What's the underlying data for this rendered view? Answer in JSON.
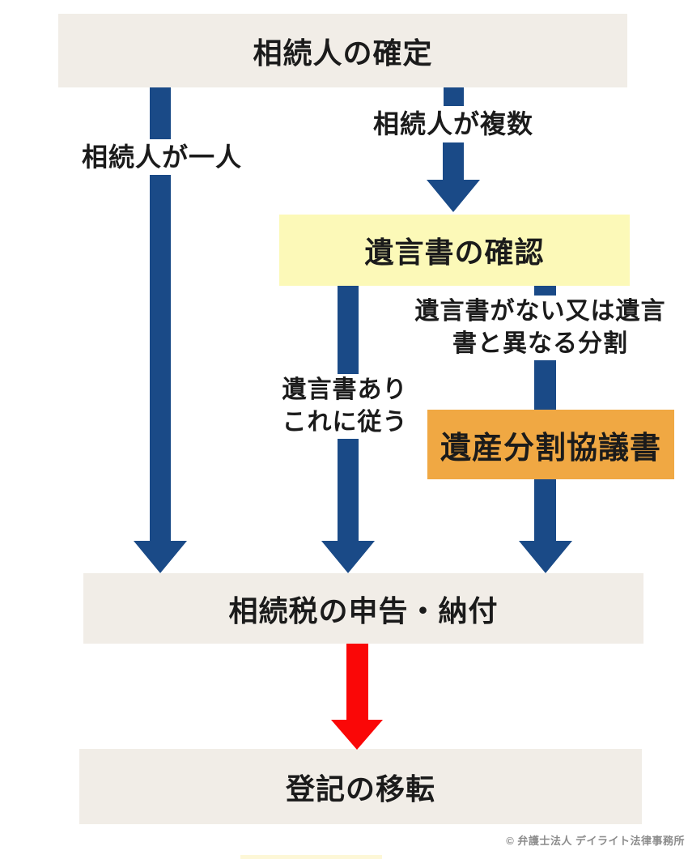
{
  "diagram": {
    "title_context": "inheritance-procedure-flowchart",
    "nodes": {
      "heirs_determination": "相続人の確定",
      "will_check": "遺言書の確認",
      "division_agreement": "遺産分割協議書",
      "tax_filing": "相続税の申告・納付",
      "registration_transfer": "登記の移転"
    },
    "edge_labels": {
      "single_heir": "相続人が一人",
      "multiple_heirs": "相続人が複数",
      "will_exists_line1": "遺言書あり",
      "will_exists_line2": "これに従う",
      "no_will_line1": "遺言書がない又は遺言",
      "no_will_line2": "書と異なる分割"
    },
    "colors": {
      "node_gray_bg": "#f1ede7",
      "node_yellow_bg": "#fcf9b8",
      "node_orange_bg": "#f0a843",
      "arrow_blue": "#1a4a87",
      "arrow_red": "#fa0707",
      "text": "#1b1b1b",
      "copyright_gray": "#8c8c8c"
    }
  },
  "footer": {
    "copyright": "© 弁護士法人 デイライト法律事務所"
  }
}
